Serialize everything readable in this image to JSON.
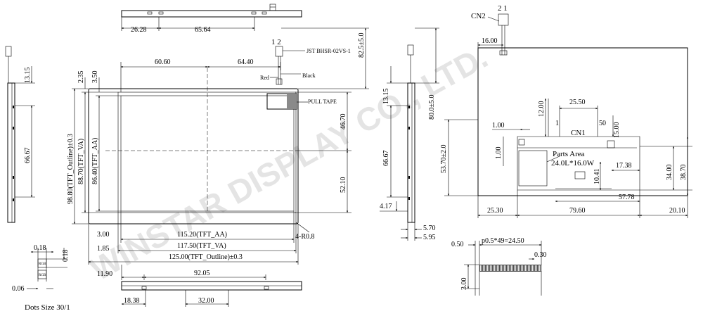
{
  "watermark": "WINSTAR DISPLAY CO., LTD.",
  "top_view": {
    "dims": [
      "26.28",
      "65.64"
    ]
  },
  "left_side_view": {
    "dims": [
      "13.15",
      "66.67"
    ]
  },
  "front_view": {
    "connector_pins": "1 2",
    "connector_label": "JST BHSR-02VS-1",
    "wire_red": "Red",
    "wire_black": "Black",
    "pull_tape": "PULL TAPE",
    "dims": {
      "d60_60": "60.60",
      "d64_40": "64.40",
      "d82_5": "82.5±5.0",
      "d2_35": "2.35",
      "d3_50": "3.50",
      "outline_v": "98.80(TFT_Outline)±0.3",
      "va_v": "88.70(TFT_VA)",
      "aa_v": "86.40(TFT_AA)",
      "d46_70": "46.70",
      "d52_10": "52.10",
      "d3_00": "3.00",
      "d1_85": "1.85",
      "aa_h": "115.20(TFT_AA)",
      "va_h": "117.50(TFT_VA)",
      "outline_h": "125.00(TFT_Outline)±0.3",
      "radius": "4-R0.8"
    }
  },
  "bottom_view": {
    "dims": [
      "11.90",
      "92.05",
      "18.38",
      "32.00"
    ]
  },
  "pixel_detail": {
    "d0_18a": "0.18",
    "d0_18b": "0.18",
    "d0_06": "0.06",
    "rgb": [
      "RGB",
      "RGB"
    ],
    "caption": "Dots Size 30/1"
  },
  "middle_side_view": {
    "dims": [
      "13.15",
      "66.67",
      "80.0±5.0",
      "4.17",
      "5.70",
      "5.95"
    ]
  },
  "back_view": {
    "cn2_label": "CN2",
    "cn2_pins": "2 1",
    "cn1_label": "CN1",
    "cn1_pin": "50",
    "parts_area_title": "Parts Area",
    "parts_area_size": "24.0L*16.0W",
    "dims": {
      "d16_00": "16.00",
      "d12_00": "12.00",
      "d25_50": "25.50",
      "d1_00a": "1.00",
      "d1_00b": "1.00",
      "d1": "1",
      "d15_00": "15.00",
      "d53_70": "53.70±2.0",
      "d34_00": "34.00",
      "d38_70": "38.70",
      "d10_41": "10.41",
      "d17_38": "17.38",
      "d57_78": "57.78",
      "d25_30": "25.30",
      "d79_60": "79.60",
      "d20_10": "20.10"
    }
  },
  "fpc_detail": {
    "pitch": "p0.5*49=24.50",
    "d0_50": "0.50",
    "d0_30": "0.30",
    "d3_00": "3.00"
  }
}
